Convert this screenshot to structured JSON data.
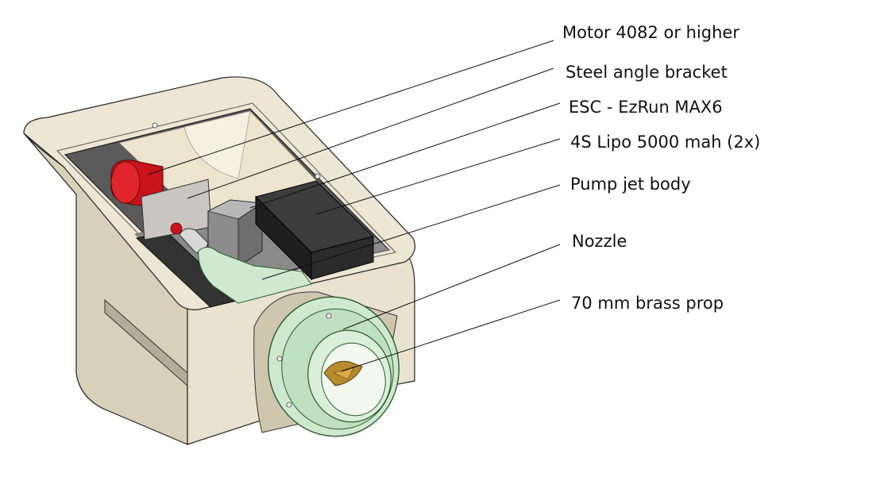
{
  "labels": [
    {
      "id": "motor",
      "text": "Motor 4082 or higher"
    },
    {
      "id": "bracket",
      "text": "Steel angle bracket"
    },
    {
      "id": "esc",
      "text": "ESC - EzRun MAX6"
    },
    {
      "id": "lipo",
      "text": "4S Lipo 5000 mah (2x)"
    },
    {
      "id": "pumpjet",
      "text": "Pump jet body"
    },
    {
      "id": "nozzle",
      "text": "Nozzle"
    },
    {
      "id": "prop",
      "text": "70 mm brass prop"
    }
  ],
  "colors": {
    "housing": "#ede6d4",
    "housing_shade": "#cfc6ae",
    "motor": "#c8141a",
    "battery": "#2b2b2b",
    "pump_jet": "#cfe9d0",
    "prop": "#b88a2e",
    "bracket": "#c9c6c2"
  }
}
